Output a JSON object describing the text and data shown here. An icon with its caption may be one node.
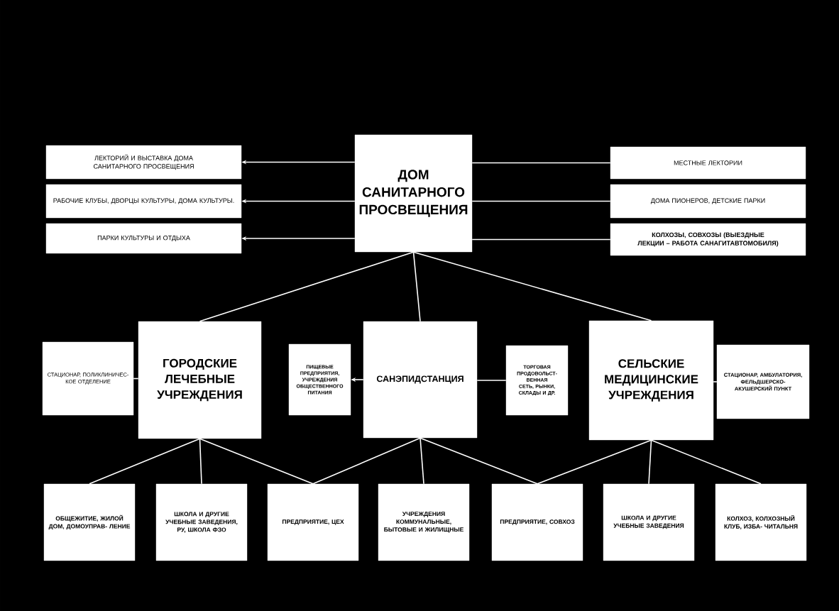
{
  "diagram": {
    "nodes": [
      {
        "text": [
          "ДОМ САНИТАРНОГО ПРОСВЕЩЕНИЯ"
        ]
      },
      {
        "text": [
          "ЛЕКТОРИЙ И ВЫСТАВКА ДОМА САНИТАРНОГО ПРОСВЕЩЕНИЯ"
        ]
      },
      {
        "text": [
          "РАБОЧИЕ КЛУБЫ, ДВОРЦЫ КУЛЬТУРЫ, ДОМА КУЛЬТУРЫ."
        ]
      },
      {
        "text": [
          "ПАРКИ КУЛЬТУРЫ И ОТДЫХА"
        ]
      },
      {
        "text": [
          "МЕСТНЫЕ ЛЕКТОРИИ"
        ]
      },
      {
        "text": [
          "ДОМА ПИОНЕРОВ, ДЕТСКИЕ ПАРКИ"
        ]
      },
      {
        "text": [
          "КОЛХОЗЫ, СОВХОЗЫ (ВЫЕЗДНЫЕ ЛЕКЦИИ – РАБОТА САНАГИТАВТОМОБИЛЯ)"
        ]
      },
      {
        "text": [
          "СТАЦИОНАР, ПОЛИКЛИНИЧЕС- КОЕ ОТДЕЛЕНИЕ"
        ]
      },
      {
        "text": [
          "ГОРОДСКИЕ ЛЕЧЕБНЫЕ УЧРЕЖДЕНИЯ"
        ]
      },
      {
        "text": [
          "ПИЩЕВЫЕ ПРЕДПРИЯТИЯ, УЧРЕЖДЕНИЯ ОБЩЕСТВЕННОГО ПИТАНИЯ"
        ]
      },
      {
        "text": [
          "САНЭПИДСТАНЦИЯ"
        ]
      },
      {
        "text": [
          "ТОРГОВАЯ ПРОДОВОЛЬСТ- ВЕННАЯ СЕТЬ, РЫНКИ, СКЛАДЫ И ДР."
        ]
      },
      {
        "text": [
          "СЕЛЬСКИЕ МЕДИЦИНСКИЕ УЧРЕЖДЕНИЯ"
        ]
      },
      {
        "text": [
          "СТАЦИОНАР, АМБУЛАТОРИЯ, ФЕЛЬДШЕРСКО- АКУШЕРСКИЙ ПУНКТ"
        ]
      },
      {
        "text": [
          "ОБЩЕЖИТИЕ, ЖИЛОЙ ДОМ, ДОМОУПРАВ- ЛЕНИЕ"
        ]
      },
      {
        "text": [
          "ШКОЛА И ДРУГИЕ УЧЕБНЫЕ ЗАВЕДЕНИЯ, РУ, ШКОЛА ФЗО"
        ]
      },
      {
        "text": [
          "ПРЕДПРИЯТИЕ, ЦЕХ"
        ]
      },
      {
        "text": [
          "УЧРЕЖДЕНИЯ КОММУНАЛЬНЫЕ, БЫТОВЫЕ И ЖИЛИЩНЫЕ"
        ]
      },
      {
        "text": [
          "ПРЕДПРИЯТИЕ, СОВХОЗ"
        ]
      },
      {
        "text": [
          "ШКОЛА И ДРУГИЕ УЧЕБНЫЕ ЗАВЕДЕНИЯ"
        ]
      },
      {
        "text": [
          "КОЛХОЗ, КОЛХОЗНЫЙ КЛУБ, ИЗБА- ЧИТАЛЬНЯ"
        ]
      }
    ],
    "edges": [
      {
        "from": 0,
        "to": 1,
        "arrow": "to"
      },
      {
        "from": 0,
        "to": 2,
        "arrow": "to"
      },
      {
        "from": 0,
        "to": 3,
        "arrow": "to"
      },
      {
        "from": 0,
        "to": 4,
        "arrow": "none"
      },
      {
        "from": 0,
        "to": 5,
        "arrow": "none"
      },
      {
        "from": 0,
        "to": 6,
        "arrow": "none"
      },
      {
        "from": 0,
        "to": 8,
        "arrow": "none"
      },
      {
        "from": 0,
        "to": 10,
        "arrow": "none"
      },
      {
        "from": 0,
        "to": 12,
        "arrow": "none"
      },
      {
        "from": 8,
        "to": 7,
        "arrow": "none"
      },
      {
        "from": 10,
        "to": 9,
        "arrow": "to"
      },
      {
        "from": 10,
        "to": 11,
        "arrow": "none"
      },
      {
        "from": 12,
        "to": 13,
        "arrow": "none"
      },
      {
        "from": 8,
        "to": 14,
        "arrow": "none"
      },
      {
        "from": 8,
        "to": 15,
        "arrow": "none"
      },
      {
        "from": 8,
        "to": 16,
        "arrow": "none"
      },
      {
        "from": 10,
        "to": 16,
        "arrow": "none"
      },
      {
        "from": 10,
        "to": 17,
        "arrow": "none"
      },
      {
        "from": 10,
        "to": 18,
        "arrow": "none"
      },
      {
        "from": 12,
        "to": 18,
        "arrow": "none"
      },
      {
        "from": 12,
        "to": 19,
        "arrow": "none"
      },
      {
        "from": 12,
        "to": 20,
        "arrow": "none"
      }
    ]
  }
}
